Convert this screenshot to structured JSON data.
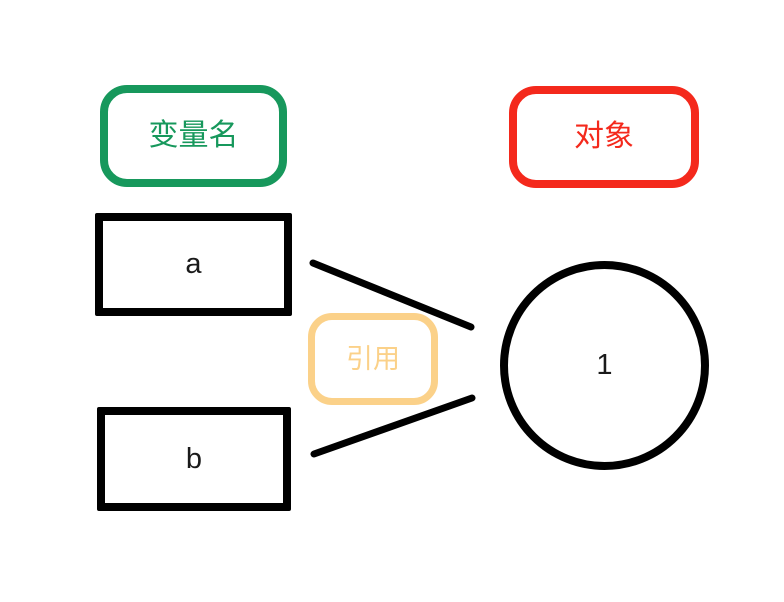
{
  "legend": {
    "variable_label": "变量名",
    "object_label": "对象",
    "reference_label": "引用"
  },
  "nodes": {
    "variable_a_label": "a",
    "variable_b_label": "b",
    "object_value": "1"
  },
  "colors": {
    "variable_accent": "#17985c",
    "object_accent": "#f4291c",
    "reference_accent": "#fbd189",
    "shape_stroke": "#000000",
    "background": "#ffffff"
  }
}
